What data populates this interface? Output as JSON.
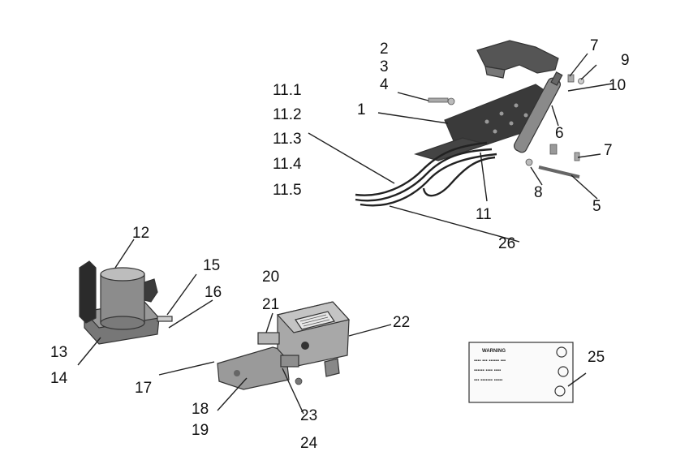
{
  "callouts": [
    "1",
    "2",
    "3",
    "4",
    "5",
    "6",
    "7",
    "7",
    "8",
    "9",
    "10",
    "11",
    "11.1",
    "11.2",
    "11.3",
    "11.4",
    "11.5",
    "12",
    "13",
    "14",
    "15",
    "16",
    "17",
    "18",
    "19",
    "20",
    "21",
    "22",
    "23",
    "24",
    "25",
    "26"
  ],
  "label_card": {
    "heading": "WARNING",
    "lines": [
      "▪▪▪▪ ▪▪▪ ▪▪▪▪▪▪ ▪▪▪",
      "▪▪▪▪▪▪ ▪▪▪▪ ▪▪▪▪",
      "▪▪▪ ▪▪▪▪▪▪▪ ▪▪▪▪▪"
    ]
  }
}
